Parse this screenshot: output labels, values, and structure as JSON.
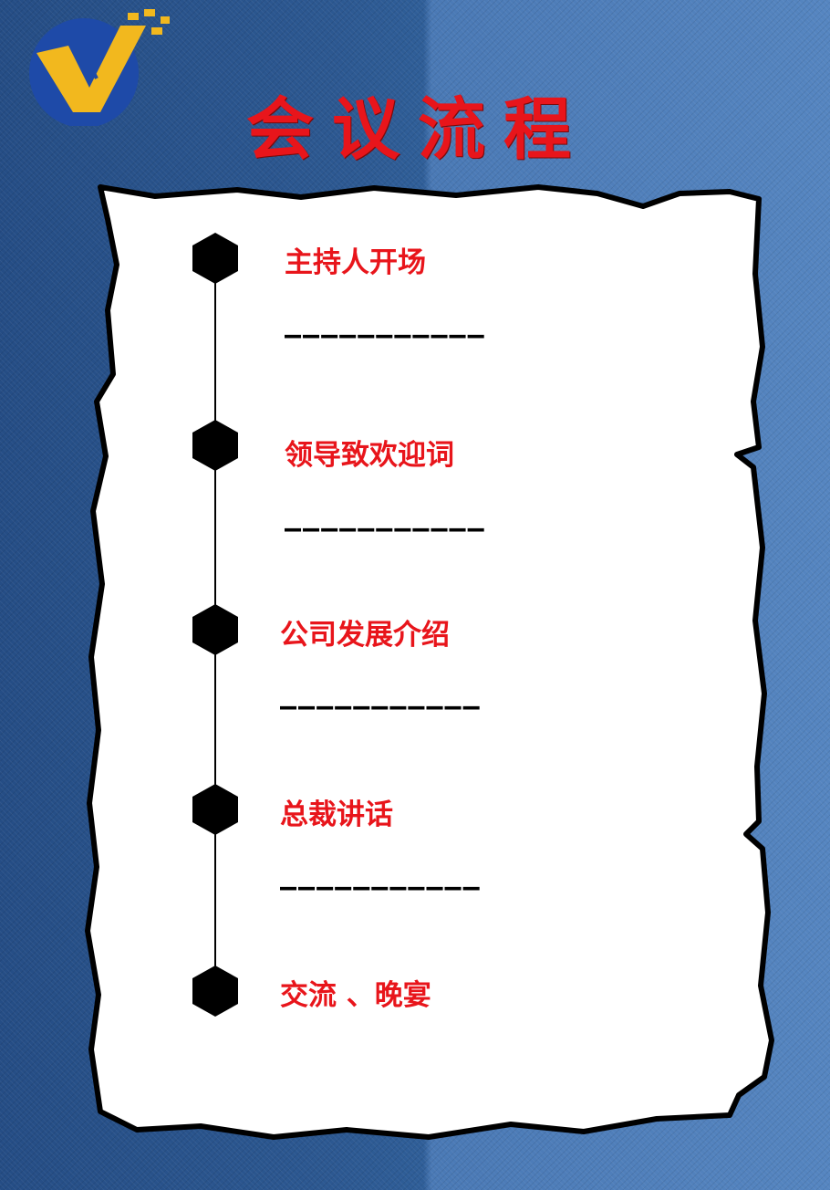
{
  "header": {
    "title": "会议流程"
  },
  "logo": {
    "icon": "company-logo-icon",
    "circle_color": "#1e4aa8",
    "mark_color": "#f2b81e"
  },
  "colors": {
    "accent": "#e8151b",
    "paper": "#ffffff",
    "background": "#2c5891"
  },
  "agenda": {
    "steps": [
      {
        "label": "主持人开场",
        "separator": "———————————"
      },
      {
        "label": "领导致欢迎词",
        "separator": "———————————"
      },
      {
        "label": "公司发展介绍",
        "separator": "———————————"
      },
      {
        "label": "总裁讲话",
        "separator": "———————————"
      },
      {
        "label": "交流 、晚宴"
      }
    ]
  }
}
